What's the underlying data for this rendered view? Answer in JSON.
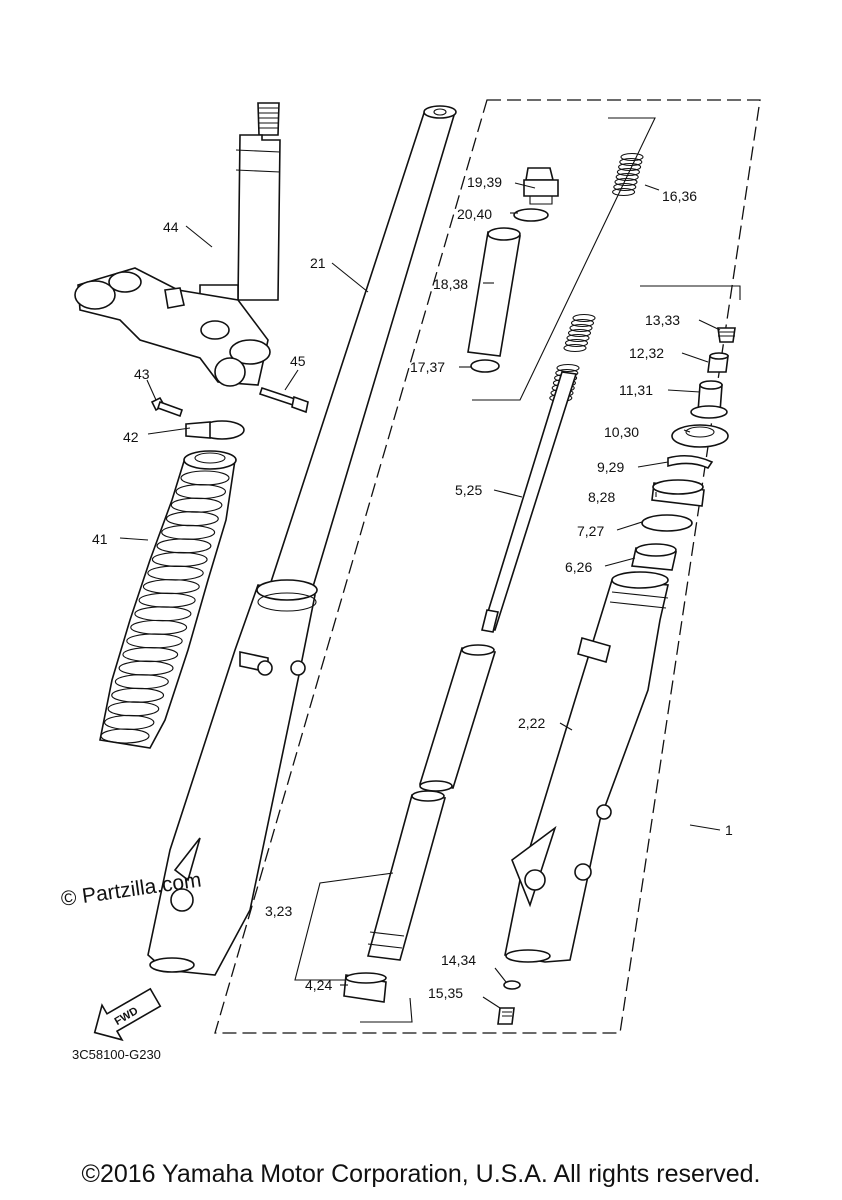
{
  "callouts": {
    "p1": "1",
    "p2": "2,22",
    "p3": "3,23",
    "p4": "4,24",
    "p5": "5,25",
    "p6": "6,26",
    "p7": "7,27",
    "p8": "8,28",
    "p9": "9,29",
    "p10": "10,30",
    "p11": "11,31",
    "p12": "12,32",
    "p13": "13,33",
    "p14": "14,34",
    "p15": "15,35",
    "p16": "16,36",
    "p17": "17,37",
    "p18": "18,38",
    "p19": "19,39",
    "p20": "20,40",
    "p21": "21",
    "p41": "41",
    "p42": "42",
    "p43": "43",
    "p44": "44",
    "p45": "45"
  },
  "fwd_label": "FWD",
  "watermark": "© Partzilla.com",
  "diagram_code": "3C58100-G230",
  "copyright": "©2016 Yamaha Motor Corporation, U.S.A. All rights reserved."
}
